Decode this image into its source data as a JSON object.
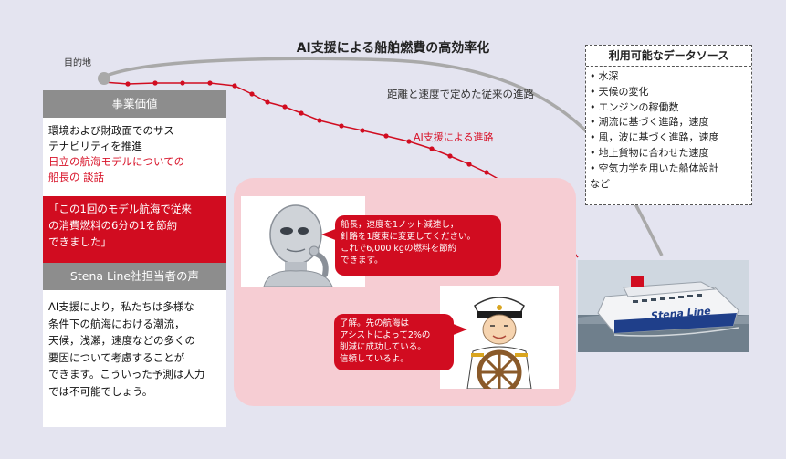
{
  "title": "AI支援による船舶燃費の高効率化",
  "route": {
    "destination_label": "目的地",
    "conventional_label": "距離と速度で定めた従来の進路",
    "ai_label": "AI支援による進路"
  },
  "left_panel": {
    "business_value_header": "事業価値",
    "business_value_text": [
      "環境および財政面でのサス",
      "テナビリティを推進"
    ],
    "captain_link": [
      "日立の航海モデルについての",
      "船長の 談話"
    ],
    "captain_quote": [
      "「この1回のモデル航海で従来",
      "の消費燃料の6分の1を節約",
      "できました」"
    ],
    "stena_header": "Stena Line社担当者の声",
    "stena_quote": [
      "AI支援により，私たちは多様な",
      "条件下の航海における潮流，",
      "天候，浅瀬，速度などの多くの",
      "要因について考慮することが",
      "できます。こういった予測は人力",
      "では不可能でしょう。"
    ]
  },
  "data_sources": {
    "title": "利用可能なデータソース",
    "bullet": "•",
    "items": [
      "水深",
      "天候の変化",
      "エンジンの稼働数",
      "潮流に基づく進路，速度",
      "風，波に基づく進路，速度",
      "地上貨物に合わせた速度",
      "空気力学を用いた船体設計"
    ],
    "note": "など"
  },
  "conversation": {
    "ai_message": [
      "船長，速度を1ノット減速し，",
      "針路を1度東に変更してください。",
      "これで6,000 kgの燃料を節約",
      "できます。"
    ],
    "captain_reply": [
      "了解。先の航海は",
      "アシストによって2%の",
      "削減に成功している。",
      "信頼しているよ。"
    ]
  },
  "ship_logo_text": "Stena Line",
  "colors": {
    "accent_red": "#d10c20",
    "pink_bg": "#f6cdd3",
    "header_gray": "#8d8d8d",
    "background": "#e4e4f0"
  },
  "icons": [
    "robot-image",
    "captain-image",
    "ferry-photo"
  ]
}
